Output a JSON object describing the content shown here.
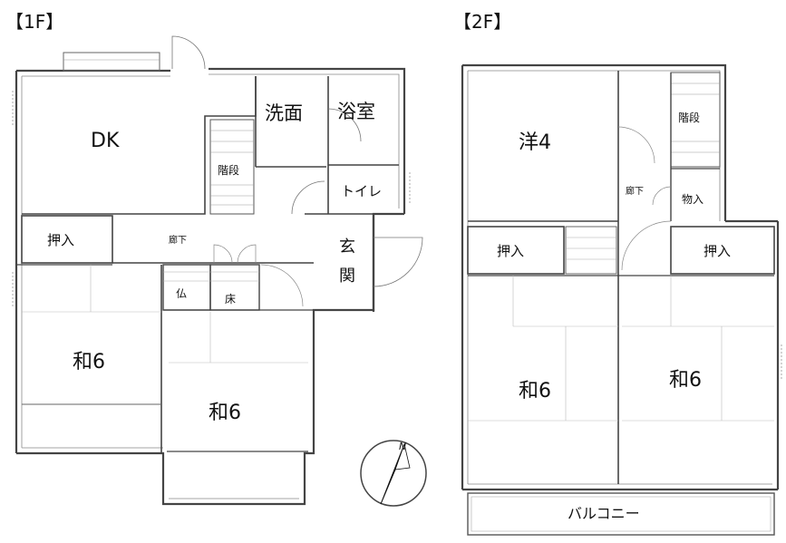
{
  "floors": [
    {
      "label": "【1F】",
      "rooms": {
        "dk": "DK",
        "senmen": "洗面",
        "yokushitsu": "浴室",
        "toilet": "トイレ",
        "kaidan": "階段",
        "oshiire": "押入",
        "rouka": "廊下",
        "genkan_1": "玄",
        "genkan_2": "関",
        "butsu": "仏",
        "toko": "床",
        "wa6_left": "和6",
        "wa6_right": "和6"
      }
    },
    {
      "label": "【2F】",
      "rooms": {
        "you4": "洋4",
        "kaidan": "階段",
        "rouka": "廊下",
        "monoire": "物入",
        "oshiire_left": "押入",
        "oshiire_right": "押入",
        "wa6_left": "和6",
        "wa6_right": "和6",
        "balcony": "バルコニー"
      }
    }
  ],
  "compass": {
    "north": "N"
  }
}
